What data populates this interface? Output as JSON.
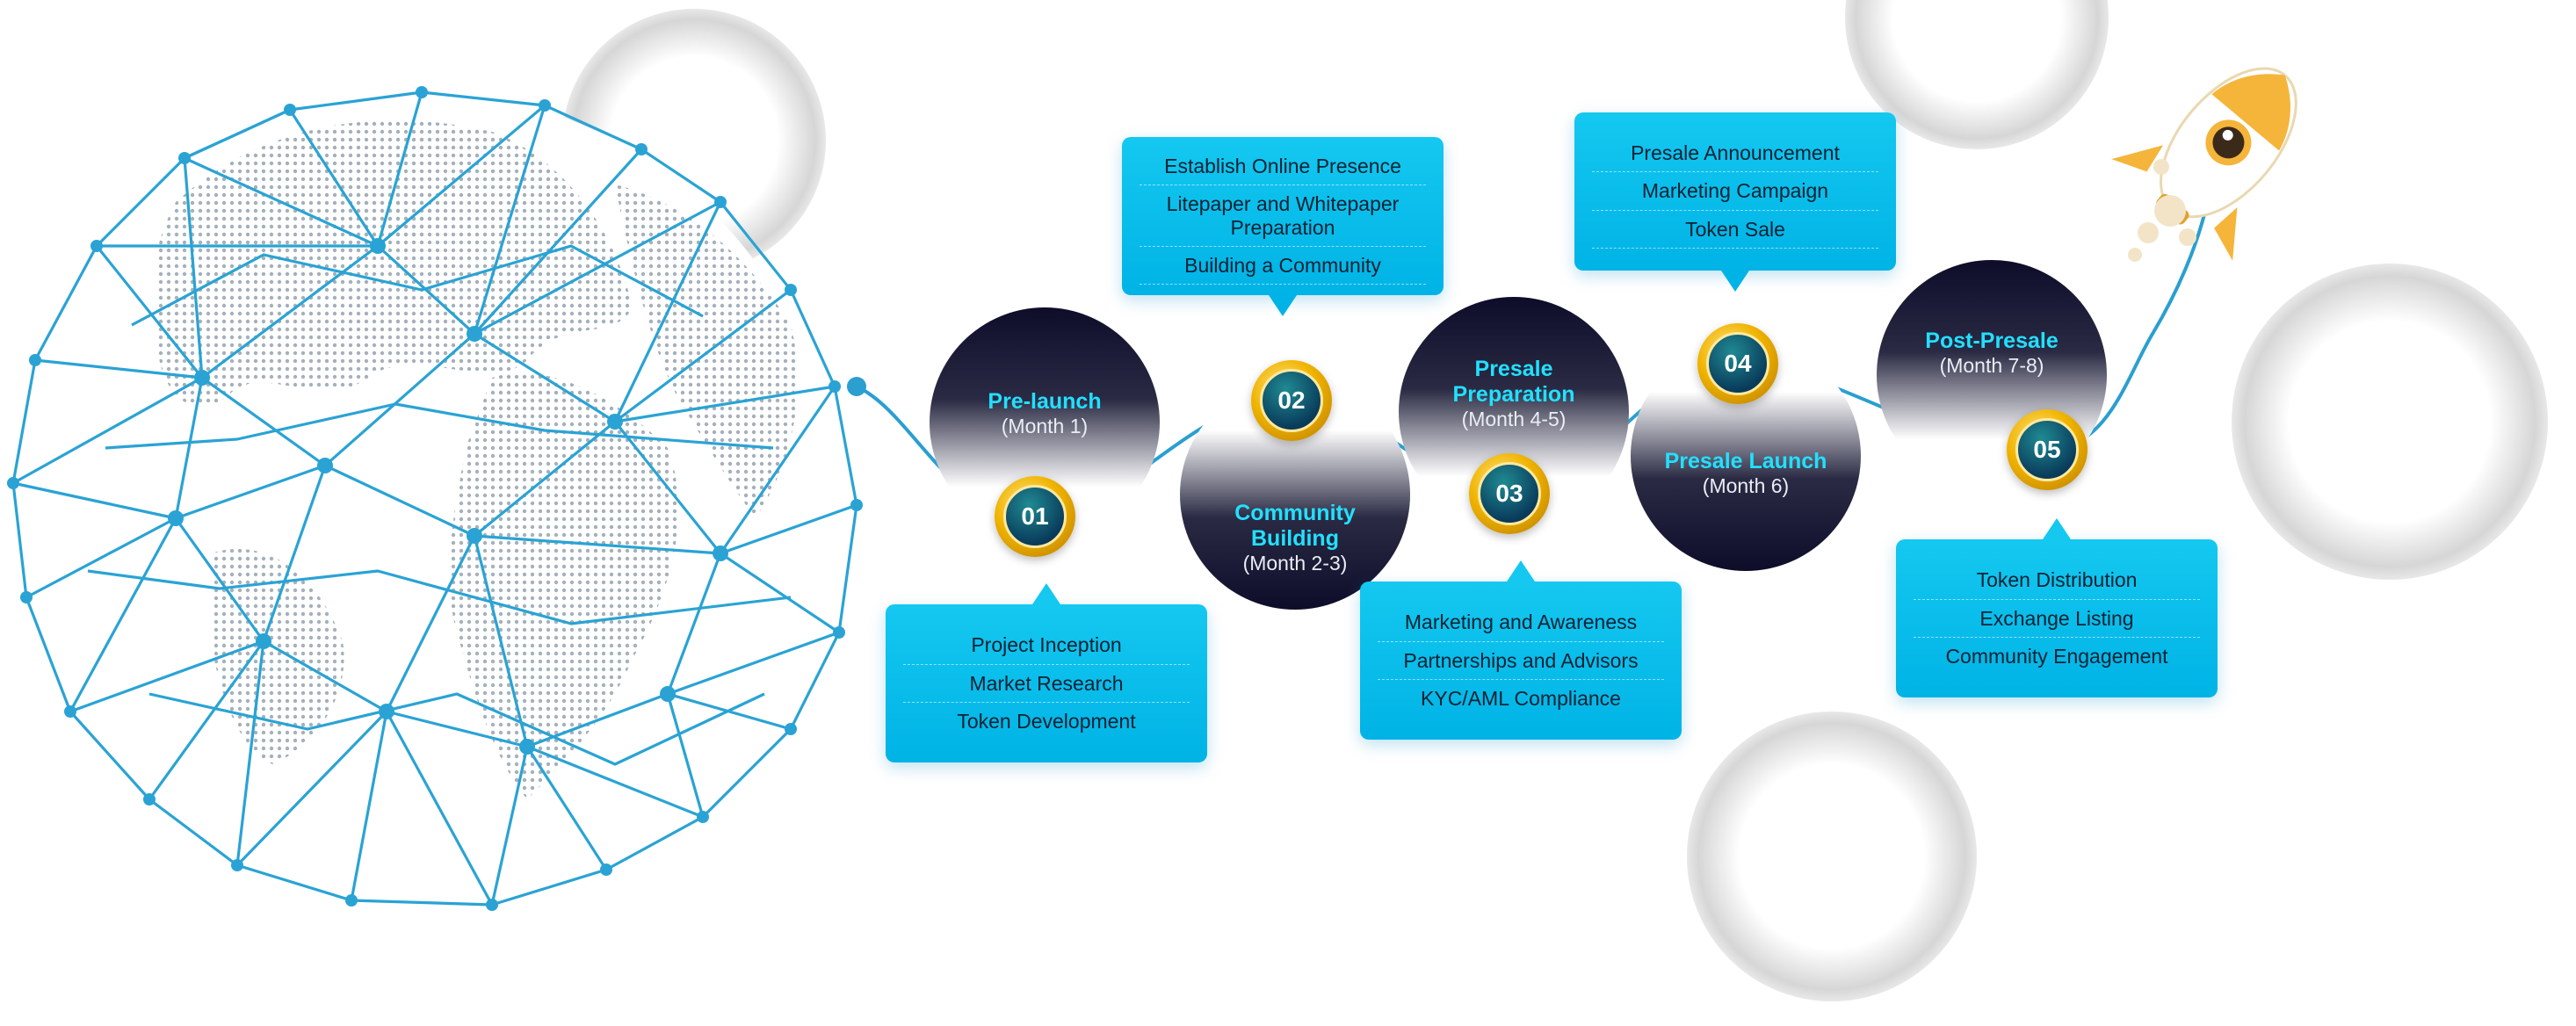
{
  "phases": [
    {
      "number": "01",
      "name": "Pre-launch",
      "time": "(Month 1)",
      "items": [
        "Project Inception",
        "Market Research",
        "Token Development"
      ]
    },
    {
      "number": "02",
      "name": "Community Building",
      "time": "(Month 2-3)",
      "items": [
        "Establish Online Presence",
        "Litepaper and Whitepaper Preparation",
        "Building a Community"
      ]
    },
    {
      "number": "03",
      "name": "Presale Preparation",
      "time": "(Month 4-5)",
      "items": [
        "Marketing and Awareness",
        "Partnerships and Advisors",
        "KYC/AML Compliance"
      ]
    },
    {
      "number": "04",
      "name": "Presale Launch",
      "time": "(Month 6)",
      "items": [
        "Presale Announcement",
        "Marketing Campaign",
        "Token Sale"
      ]
    },
    {
      "number": "05",
      "name": "Post-Presale",
      "time": "(Month 7-8)",
      "items": [
        "Token Distribution",
        "Exchange Listing",
        "Community Engagement"
      ]
    }
  ],
  "colors": {
    "accent": "#14c8f0",
    "line": "#2a9fd0",
    "gold": "#f0b400",
    "dark": "#0d0d2a",
    "phase_text": "#22e0ff"
  },
  "icons": [
    "wireframe-globe-icon",
    "rocket-icon"
  ]
}
